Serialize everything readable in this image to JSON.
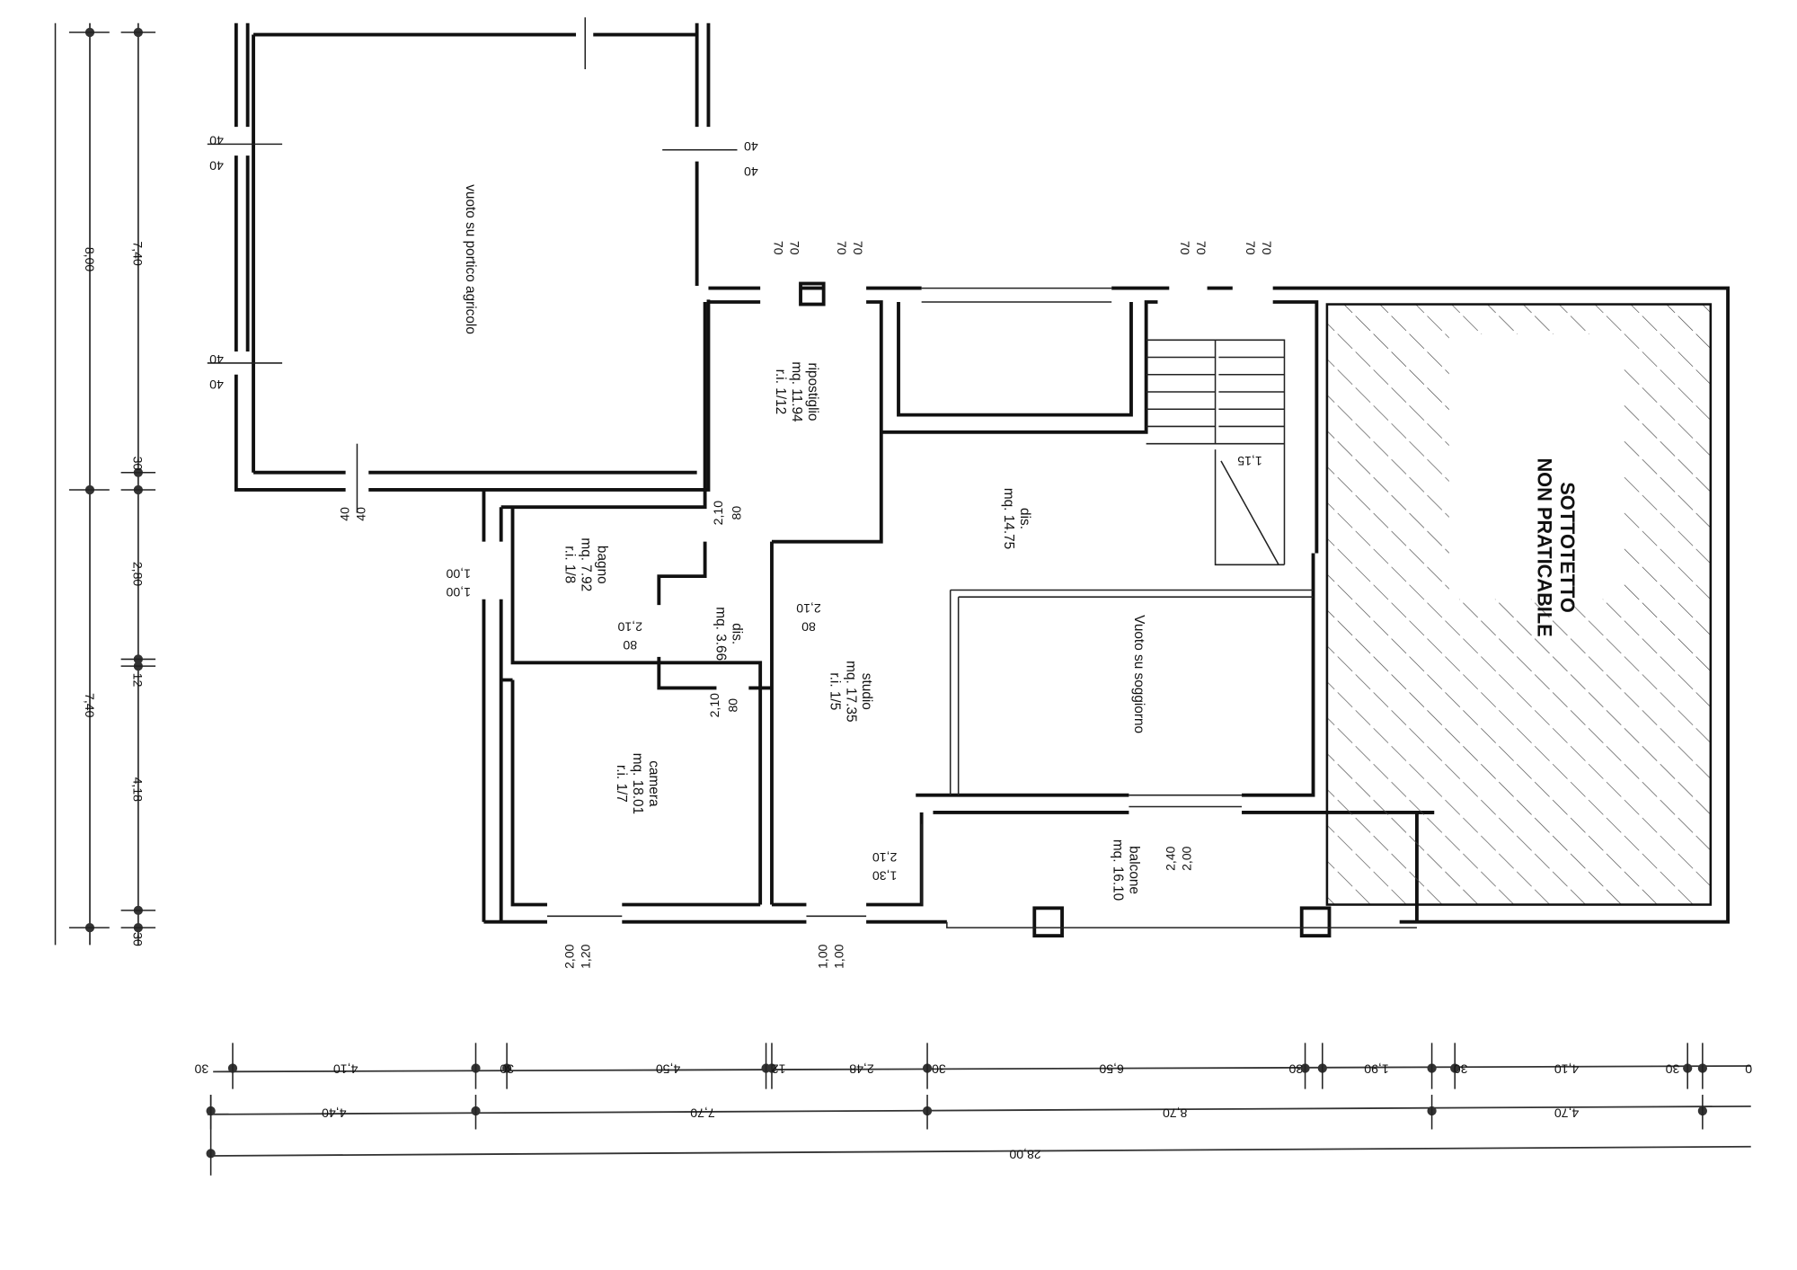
{
  "rooms": {
    "portico": "vuoto su portico agricolo",
    "ripostiglio": {
      "name": "ripostiglio",
      "area": "mq. 11.94",
      "ri": "r.i. 1/12"
    },
    "dis_large": {
      "name": "dis.",
      "area": "mq. 14.75"
    },
    "bagno": {
      "name": "bagno",
      "area": "mq. 7.92",
      "ri": "r.i. 1/8"
    },
    "dis_small": {
      "name": "dis.",
      "area": "mq. 3.66"
    },
    "studio": {
      "name": "studio",
      "area": "mq. 17.35",
      "ri": "r.i. 1/5"
    },
    "camera": {
      "name": "camera",
      "area": "mq. 18.01",
      "ri": "r.i. 1/7"
    },
    "soggiorno": "Vuoto su soggiorno",
    "balcone": {
      "name": "balcone",
      "area": "mq. 16.10"
    },
    "sottotetto": [
      "SOTTOTETTO",
      "NON PRATICABILE"
    ]
  },
  "openings": {
    "w40": "40",
    "w70": "70",
    "d80": "80",
    "h210": "2,10",
    "w100": "1,00",
    "w120": "1,20",
    "h200": "2,00",
    "h240": "2,40",
    "w130": "1,30",
    "stair": "1,15"
  },
  "left_dims": {
    "inner": [
      "7,40",
      "30",
      "2,80",
      "12",
      "4,18",
      "30"
    ],
    "outer": [
      "8,00",
      "7,40"
    ]
  },
  "bottom_dims": {
    "row1": [
      "30",
      "4,10",
      "30",
      "4,50",
      "12",
      "2,48",
      "30",
      "6,50",
      "30",
      "1,90",
      "30",
      "4,10",
      "30",
      "0"
    ],
    "row2": [
      "4,40",
      "7,70",
      "8,70",
      "4,70"
    ],
    "total": "28,00"
  }
}
